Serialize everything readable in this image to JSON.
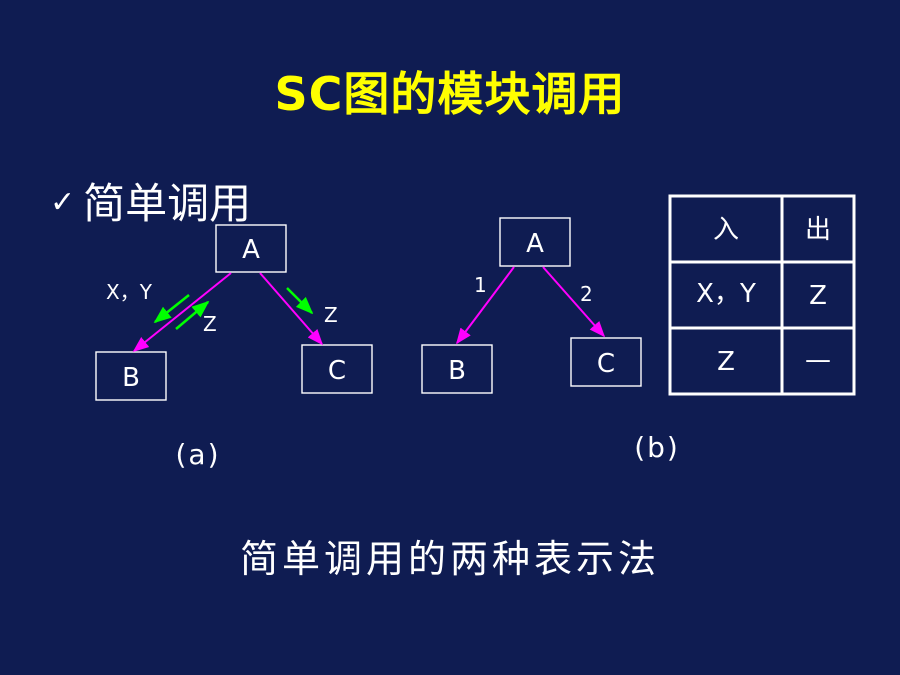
{
  "slide": {
    "title": "SC图的模块调用",
    "bullet_check": "✓",
    "bullet_text": "简单调用",
    "caption": "简单调用的两种表示法"
  },
  "colors": {
    "background": "#0f1c52",
    "title": "#ffff00",
    "call_arrow": "#ff00ff",
    "data_arrow": "#00ff00",
    "text": "#ffffff"
  },
  "diagram_a": {
    "nodes": {
      "a": "A",
      "b": "B",
      "c": "C"
    },
    "edge_ab_down_label": "X，Y",
    "edge_ab_up_label": "Z",
    "edge_ac_label": "Z",
    "sublabel": "(a)"
  },
  "diagram_b": {
    "nodes": {
      "a": "A",
      "b": "B",
      "c": "C"
    },
    "edge_ab_label": "1",
    "edge_ac_label": "2",
    "sublabel": "(b)"
  },
  "table": {
    "headers": [
      "入",
      "出"
    ],
    "rows": [
      [
        "X，Y",
        "Z"
      ],
      [
        "Z",
        "—"
      ]
    ]
  }
}
